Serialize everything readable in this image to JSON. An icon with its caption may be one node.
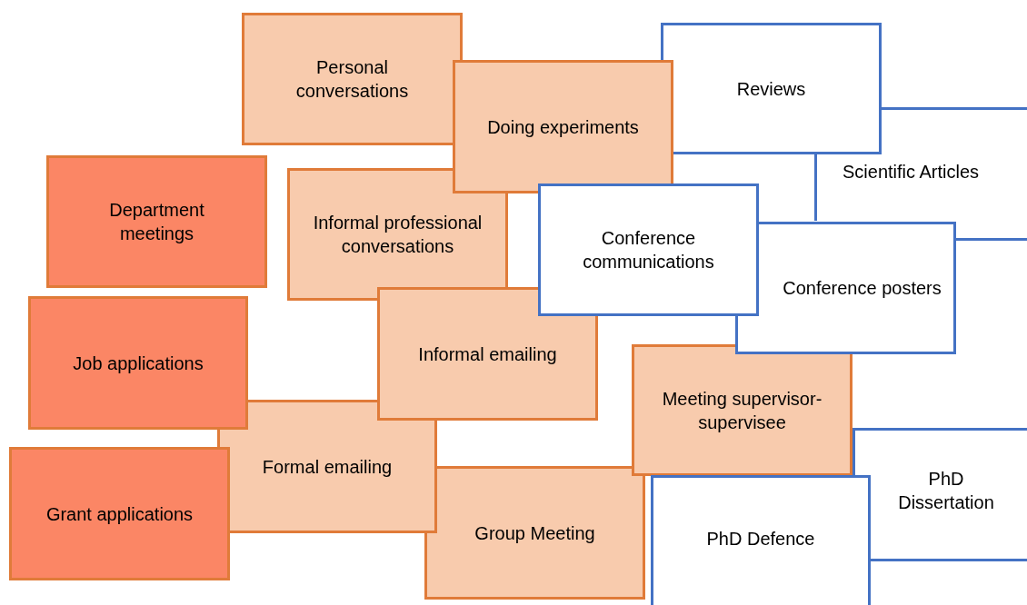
{
  "diagram": {
    "nodes": [
      {
        "text": [
          "Personal conversations"
        ]
      },
      {
        "text": [
          "Reviews"
        ]
      },
      {
        "text": [
          "Doing experiments"
        ]
      },
      {
        "text": [
          "Scientific Articles"
        ]
      },
      {
        "text": [
          "Department meetings"
        ]
      },
      {
        "text": [
          "Informal professional conversations"
        ]
      },
      {
        "text": [
          "Conference communications"
        ]
      },
      {
        "text": [
          "Conference posters"
        ]
      },
      {
        "text": [
          "Informal emailing"
        ]
      },
      {
        "text": [
          "Job applications"
        ]
      },
      {
        "text": [
          "Meeting supervisor-supervisee"
        ]
      },
      {
        "text": [
          "Formal emailing"
        ]
      },
      {
        "text": [
          "PhD Dissertation"
        ]
      },
      {
        "text": [
          "Grant applications"
        ]
      },
      {
        "text": [
          "Group Meeting"
        ]
      },
      {
        "text": [
          "PhD Defence"
        ]
      }
    ]
  }
}
